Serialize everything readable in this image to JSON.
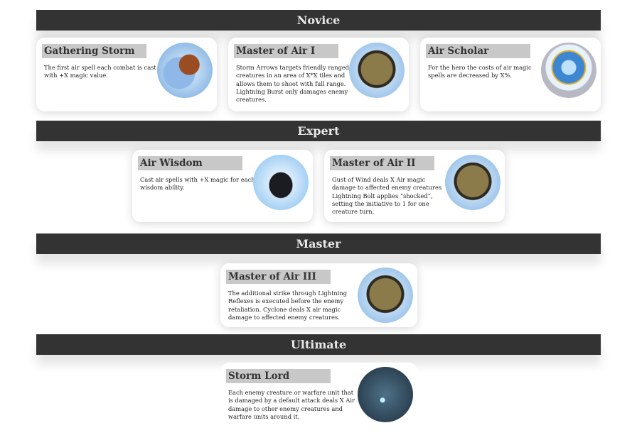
{
  "tiers": [
    {
      "label": "Novice",
      "skills": [
        {
          "title": "Gathering Storm",
          "desc": "The first air spell each combat is cast with +X magic value.",
          "icon": "fist-wing-icon"
        },
        {
          "title": "Master of Air I",
          "desc": "Storm Arrows targets friendly ranged creatures in an area of X*X tiles and allows them to shoot with full range. Lightning Burst only damages enemy creatures.",
          "icon": "spellbook-icon"
        },
        {
          "title": "Air Scholar",
          "desc": "For the hero the costs of air magic spells are decreased by X%.",
          "icon": "air-orb-icon"
        }
      ]
    },
    {
      "label": "Expert",
      "skills": [
        {
          "title": "Air Wisdom",
          "desc": "Cast air spells with +X magic for each wisdom ability.",
          "icon": "meditating-figure-icon"
        },
        {
          "title": "Master of Air II",
          "desc": "Gust of Wind deals X Air magic damage to affected enemy creatures  Lightning Bolt applies “shocked”, setting the initiative to 1 for one creature turn.",
          "icon": "spellbook-icon"
        }
      ]
    },
    {
      "label": "Master",
      "skills": [
        {
          "title": "Master of Air III",
          "desc": "The additional strike through Lightning Reflexes is executed before the enemy retaliation. Cyclone deals X air magic damage to affected enemy creatures.",
          "icon": "spellbook-icon"
        }
      ]
    },
    {
      "label": "Ultimate",
      "skills": [
        {
          "title": "Storm Lord",
          "desc": "Each enemy creature or warfare unit that is damaged by a default attack deals X Air damage to other enemy creatures and warfare units around it.",
          "icon": "storm-cloud-icon"
        }
      ]
    }
  ]
}
